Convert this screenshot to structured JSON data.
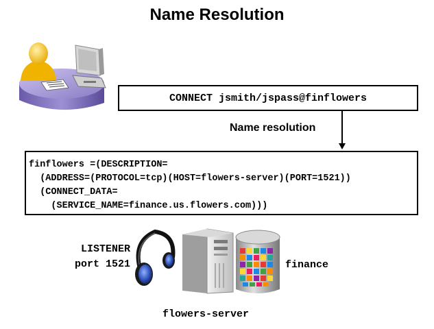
{
  "title": "Name Resolution",
  "connect_string": "CONNECT jsmith/jspass@finflowers",
  "name_resolution_label": "Name resolution",
  "descriptor_lines": [
    "finflowers =(DESCRIPTION=",
    "  (ADDRESS=(PROTOCOL=tcp)(HOST=flowers-server)(PORT=1521))",
    "  (CONNECT_DATA=",
    "    (SERVICE_NAME=finance.us.flowers.com)))"
  ],
  "listener": {
    "line1": "LISTENER",
    "line2": "port 1521"
  },
  "database_label": "finance",
  "server_label": "flowers-server",
  "icons": [
    "user-workstation-icon",
    "headphones-icon",
    "server-tower-icon",
    "database-cylinder-icon"
  ],
  "colors": {
    "desk": "#8a7cc4",
    "person": "#f5c518",
    "border": "#000000"
  }
}
